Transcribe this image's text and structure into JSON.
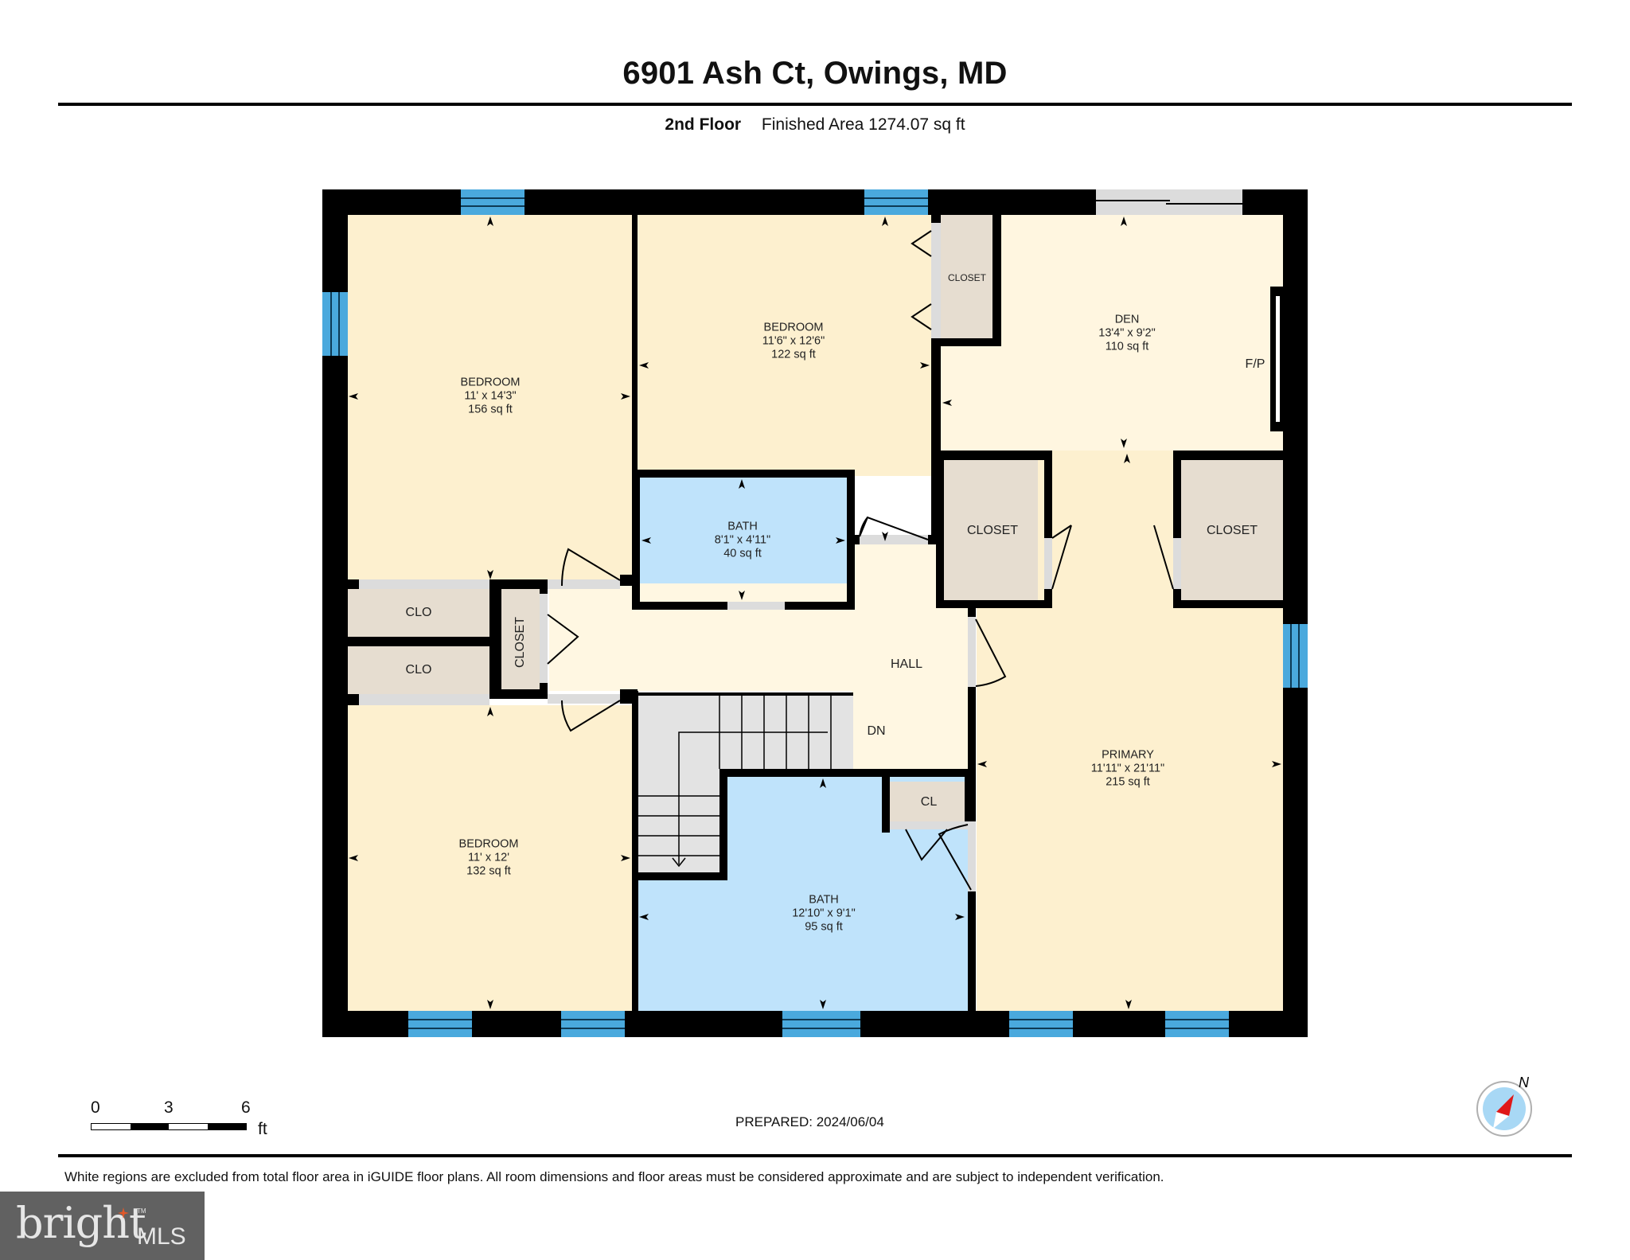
{
  "header": {
    "title": "6901 Ash Ct, Owings, MD",
    "floor": "2nd Floor",
    "area": "Finished Area 1274.07 sq ft"
  },
  "rooms": {
    "bedroom_nw": {
      "name": "BEDROOM",
      "dims": "11' x 14'3\"",
      "area": "156 sq ft"
    },
    "bedroom_n": {
      "name": "BEDROOM",
      "dims": "11'6\" x 12'6\"",
      "area": "122 sq ft"
    },
    "den": {
      "name": "DEN",
      "dims": "13'4\" x 9'2\"",
      "area": "110 sq ft"
    },
    "bath_small": {
      "name": "BATH",
      "dims": "8'1\" x 4'11\"",
      "area": "40 sq ft"
    },
    "bedroom_sw": {
      "name": "BEDROOM",
      "dims": "11' x 12'",
      "area": "132 sq ft"
    },
    "bath_large": {
      "name": "BATH",
      "dims": "12'10\" x 9'1\"",
      "area": "95 sq ft"
    },
    "primary": {
      "name": "PRIMARY",
      "dims": "11'11\" x 21'11\"",
      "area": "215 sq ft"
    }
  },
  "labels": {
    "closet_bedroom_n": "CLOSET",
    "closet_primary_left": "CLOSET",
    "closet_primary_right": "CLOSET",
    "closet_hall": "CLOSET",
    "clo_upper": "CLO",
    "clo_lower": "CLO",
    "cl_bath": "CL",
    "hall": "HALL",
    "stairs": "DN",
    "fireplace": "F/P"
  },
  "scale_bar": {
    "ticks": [
      "0",
      "3",
      "6"
    ],
    "unit": "ft"
  },
  "prepared": "PREPARED: 2024/06/04",
  "compass": {
    "label": "N"
  },
  "disclaimer": "White regions are excluded from total floor area in iGUIDE floor plans. All room dimensions and floor areas must be considered approximate and are subject to independent verification.",
  "logo": {
    "word": "bright",
    "suffix": "MLS",
    "tm": "TM"
  },
  "colors": {
    "wall": "#000000",
    "bedroom": "#fdf0cf",
    "den": "#fff6e0",
    "hall": "#fff7e2",
    "bath": "#bfe3fb",
    "closet": "#e6ddd0",
    "window": "#4aa9dd",
    "door": "#dcdcdc",
    "stairs": "#e3e3e3",
    "logo_bg": "#616161",
    "logo_accent": "#e0582a"
  }
}
